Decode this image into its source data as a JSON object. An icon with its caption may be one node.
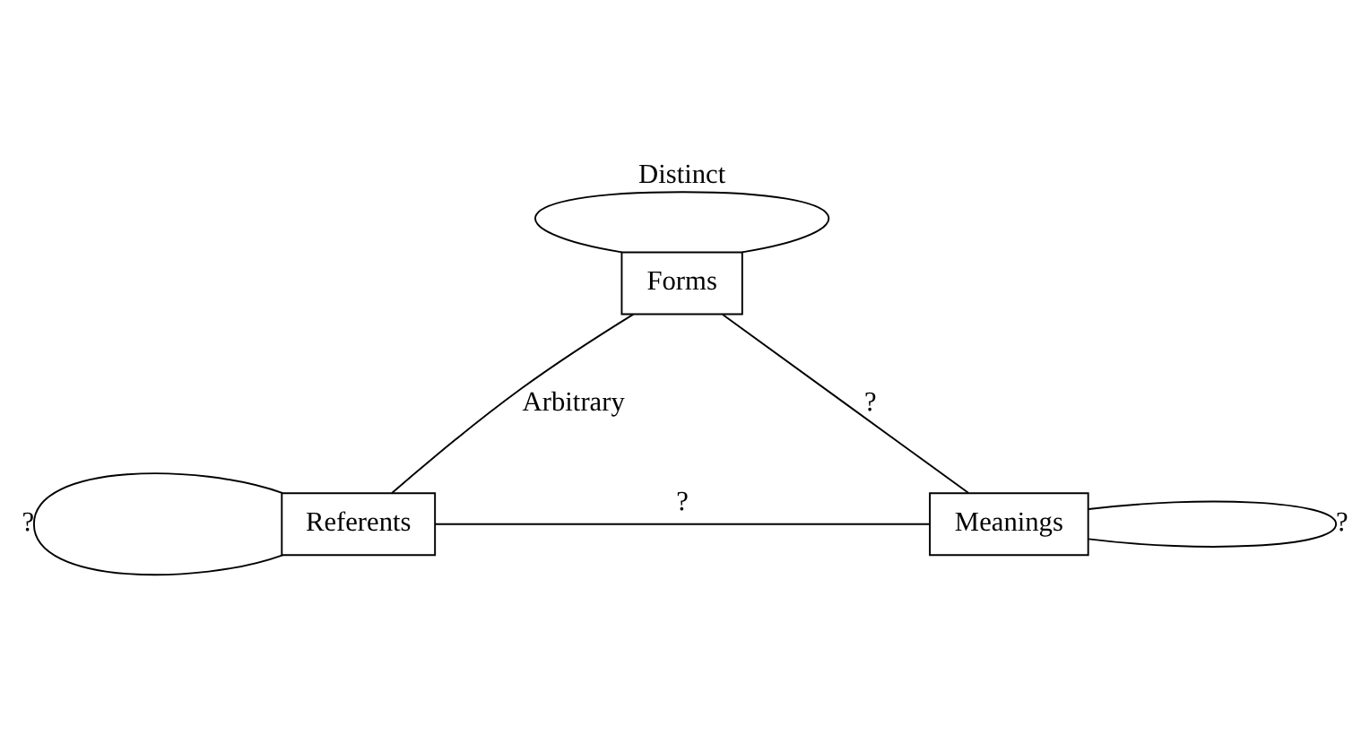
{
  "diagram": {
    "nodes": [
      {
        "text": [
          "Forms"
        ]
      },
      {
        "text": [
          "Referents"
        ]
      },
      {
        "text": [
          "Meanings"
        ]
      }
    ],
    "edges": [
      {
        "from": 0,
        "to": 0,
        "arrow": "none",
        "label": "Distinct"
      },
      {
        "from": 0,
        "to": 1,
        "arrow": "none",
        "label": "Arbitrary"
      },
      {
        "from": 0,
        "to": 2,
        "arrow": "none",
        "label": "?"
      },
      {
        "from": 1,
        "to": 1,
        "arrow": "none",
        "label": "?"
      },
      {
        "from": 1,
        "to": 2,
        "arrow": "none",
        "label": "?"
      },
      {
        "from": 2,
        "to": 2,
        "arrow": "none",
        "label": "?"
      }
    ]
  }
}
